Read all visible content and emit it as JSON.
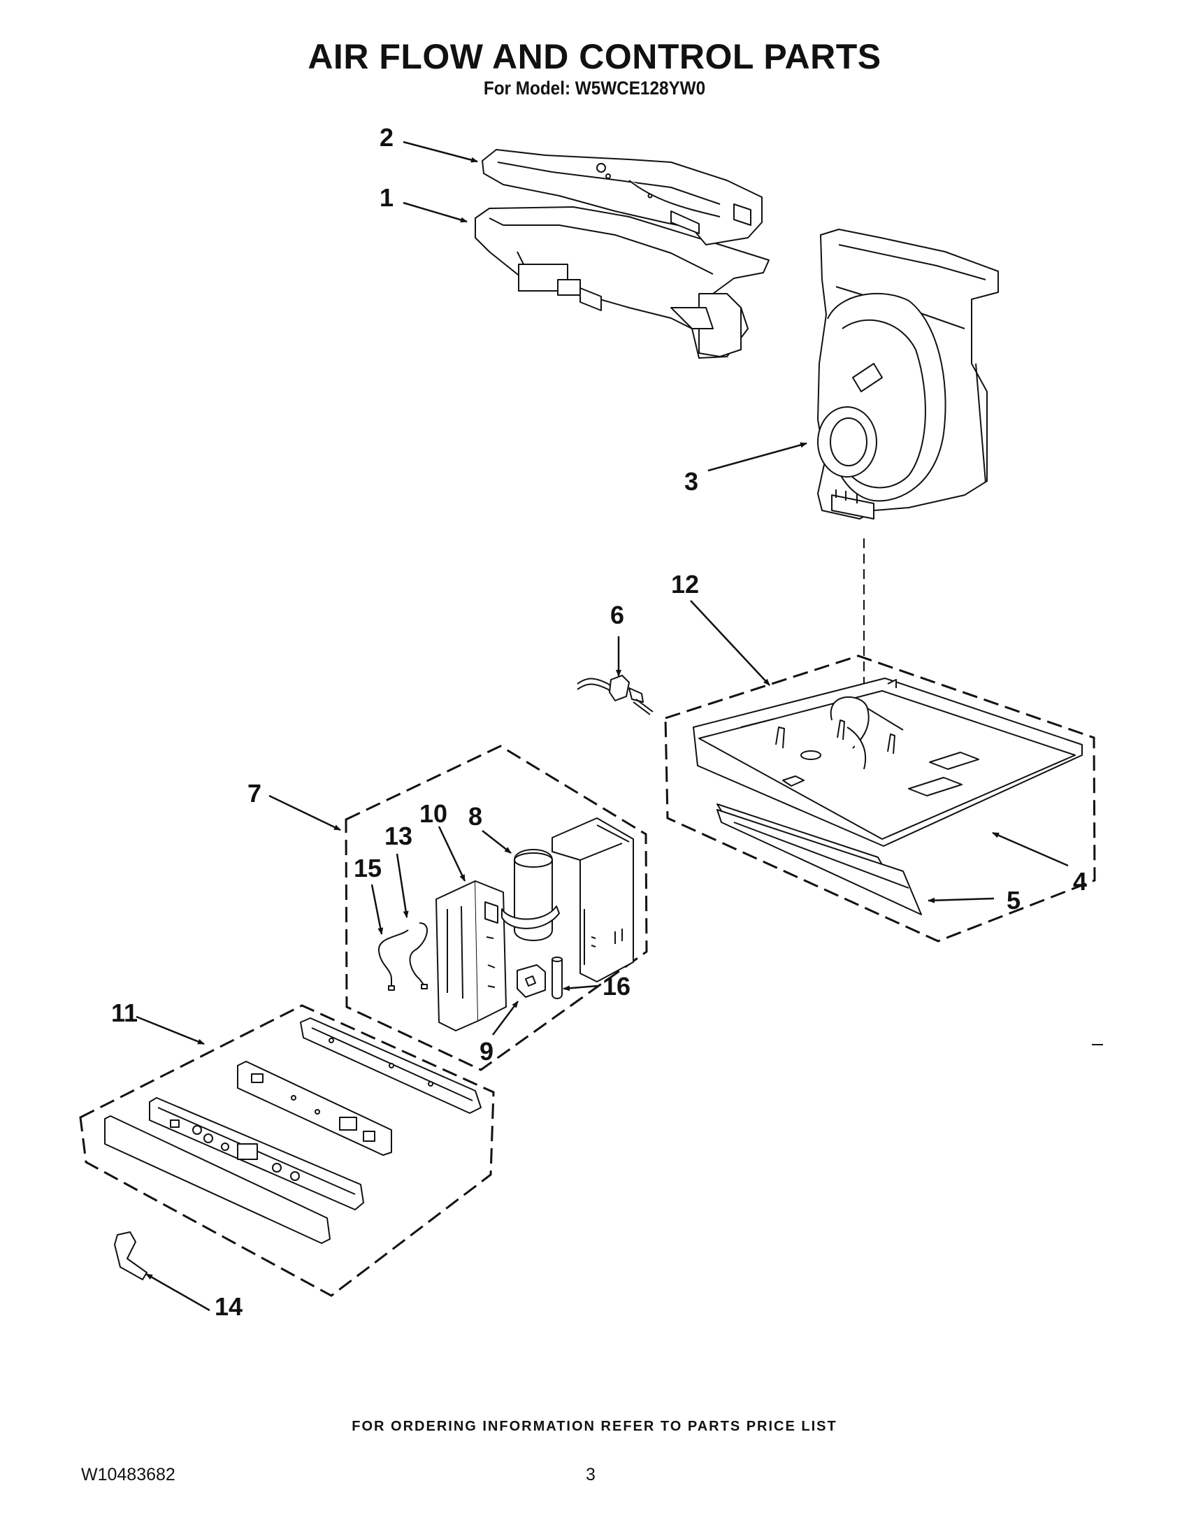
{
  "header": {
    "title": "AIR FLOW AND CONTROL PARTS",
    "subtitle": "For Model: W5WCE128YW0"
  },
  "callouts": {
    "p1": "1",
    "p2": "2",
    "p3": "3",
    "p4": "4",
    "p5": "5",
    "p6": "6",
    "p7": "7",
    "p8": "8",
    "p9": "9",
    "p10": "10",
    "p11": "11",
    "p12": "12",
    "p13": "13",
    "p14": "14",
    "p15": "15",
    "p16": "16"
  },
  "footer": {
    "ordering_note": "FOR ORDERING INFORMATION REFER TO PARTS PRICE LIST",
    "document_number": "W10483682",
    "page_number": "3"
  }
}
